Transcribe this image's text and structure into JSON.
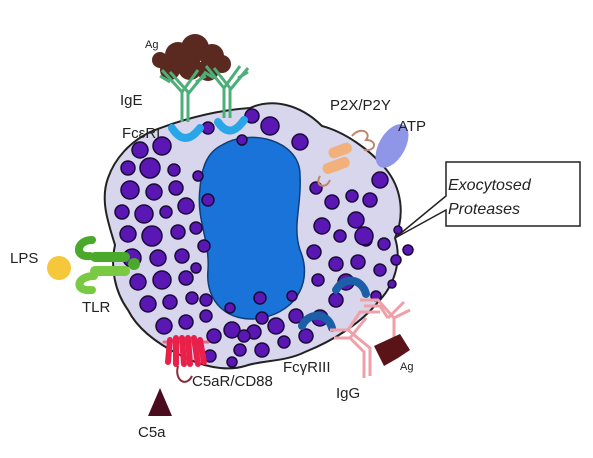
{
  "figure": {
    "labels": {
      "ag_top": "Ag",
      "ige": "IgE",
      "fceri": "FcεRI",
      "p2x": "P2X/P2Y",
      "atp": "ATP",
      "callout_line1": "Exocytosed",
      "callout_line2": "Proteases",
      "lps": "LPS",
      "tlr": "TLR",
      "fcgriii": "FcγRIII",
      "ag_bottom": "Ag",
      "igg": "IgG",
      "c5ar": "C5aR/CD88",
      "c5a": "C5a"
    },
    "colors": {
      "cell_fill": "#d8d6ec",
      "cell_stroke": "#222222",
      "nucleus": "#1a73d8",
      "granule": "#5b17b4",
      "granule_stroke": "#1a0a3a",
      "antigen": "#5a2a20",
      "ige": "#4caf78",
      "fceri": "#29a6e8",
      "p2x": "#f2b07a",
      "atp": "#8f96e8",
      "lps": "#f6c63b",
      "tlr": "#7ac943",
      "fcgriii": "#1b5fa8",
      "igg": "#f0a0a8",
      "c5ar": "#e8204a",
      "c5a": "#4a0d1f"
    }
  }
}
